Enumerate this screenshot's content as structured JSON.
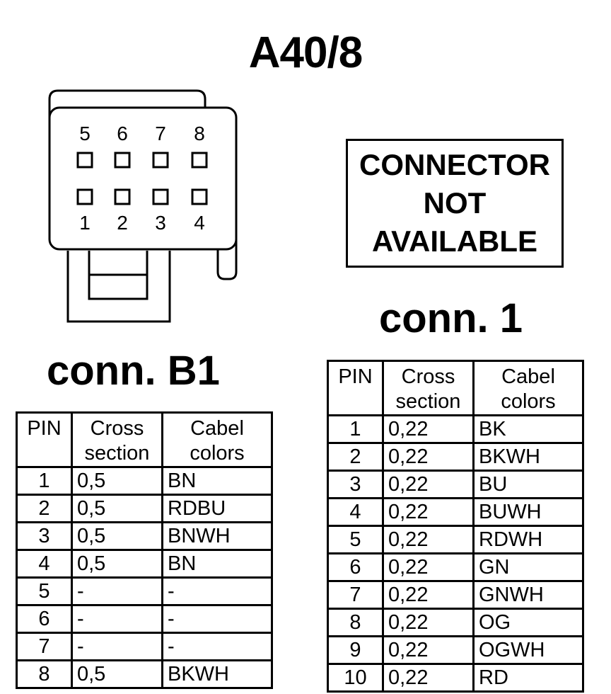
{
  "title": "A40/8",
  "connector_drawing": {
    "top_pins": [
      "5",
      "6",
      "7",
      "8"
    ],
    "bottom_pins": [
      "1",
      "2",
      "3",
      "4"
    ]
  },
  "not_available": {
    "line1": "CONNECTOR",
    "line2": "NOT",
    "line3": "AVAILABLE"
  },
  "conn_b1": {
    "label": "conn. B1",
    "headers": [
      "PIN",
      "Cross section",
      "Cabel colors"
    ],
    "rows": [
      [
        "1",
        "0,5",
        "BN"
      ],
      [
        "2",
        "0,5",
        "RDBU"
      ],
      [
        "3",
        "0,5",
        "BNWH"
      ],
      [
        "4",
        "0,5",
        "BN"
      ],
      [
        "5",
        "-",
        "-"
      ],
      [
        "6",
        "-",
        "-"
      ],
      [
        "7",
        "-",
        "-"
      ],
      [
        "8",
        "0,5",
        "BKWH"
      ]
    ]
  },
  "conn_1": {
    "label": "conn. 1",
    "headers": [
      "PIN",
      "Cross section",
      "Cabel colors"
    ],
    "rows": [
      [
        "1",
        "0,22",
        "BK"
      ],
      [
        "2",
        "0,22",
        "BKWH"
      ],
      [
        "3",
        "0,22",
        "BU"
      ],
      [
        "4",
        "0,22",
        "BUWH"
      ],
      [
        "5",
        "0,22",
        "RDWH"
      ],
      [
        "6",
        "0,22",
        "GN"
      ],
      [
        "7",
        "0,22",
        "GNWH"
      ],
      [
        "8",
        "0,22",
        "OG"
      ],
      [
        "9",
        "0,22",
        "OGWH"
      ],
      [
        "10",
        "0,22",
        "RD"
      ]
    ]
  }
}
